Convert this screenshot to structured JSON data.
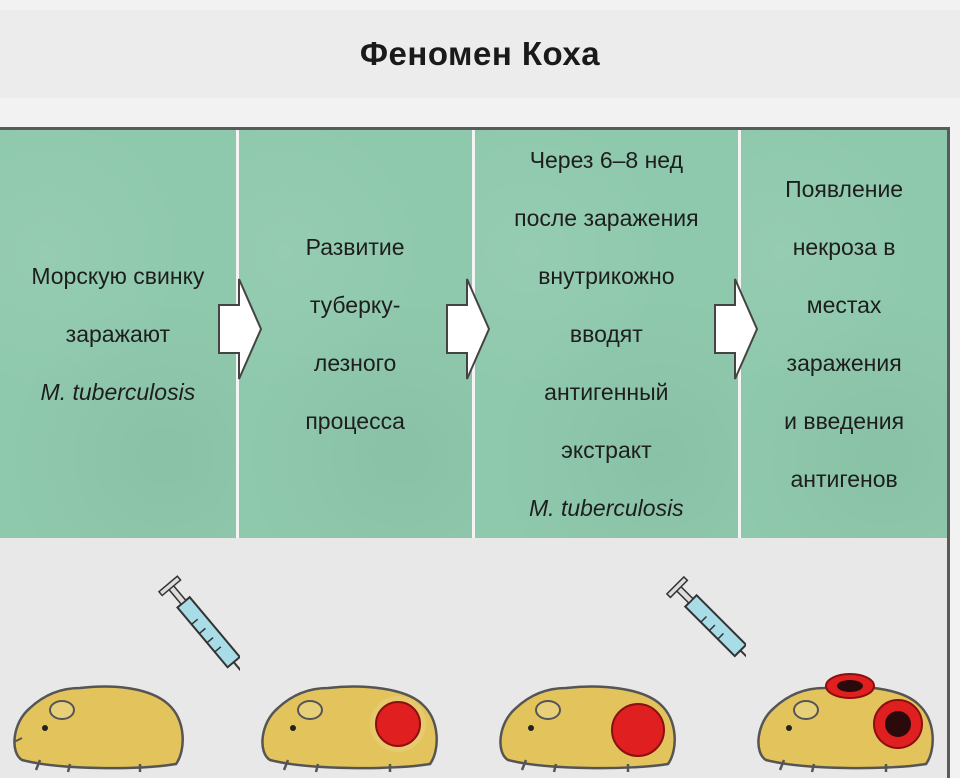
{
  "title": "Феномен Коха",
  "steps": [
    {
      "lines": [
        "Морскую свинку",
        "заражают"
      ],
      "italic": "M. tuberculosis"
    },
    {
      "lines": [
        "Развитие",
        "туберку-",
        "лезного",
        "процесса"
      ],
      "italic": ""
    },
    {
      "lines": [
        "Через 6–8 нед",
        "после заражения",
        "внутрикожно",
        "вводят",
        "антигенный",
        "экстракт"
      ],
      "italic": "M. tuberculosis"
    },
    {
      "lines": [
        "Появление",
        "некроза в",
        "местах",
        "заражения",
        "и введения",
        "антигенов"
      ],
      "italic": ""
    }
  ],
  "colors": {
    "panel": "#8fc9ad",
    "animal": "#e3c45c",
    "lesion": "#e02020",
    "necrosis": "#2a0a0a",
    "syringe": "#a8dde8"
  },
  "icons": [
    "arrow-right-icon",
    "syringe-icon",
    "guinea-pig-icon"
  ]
}
